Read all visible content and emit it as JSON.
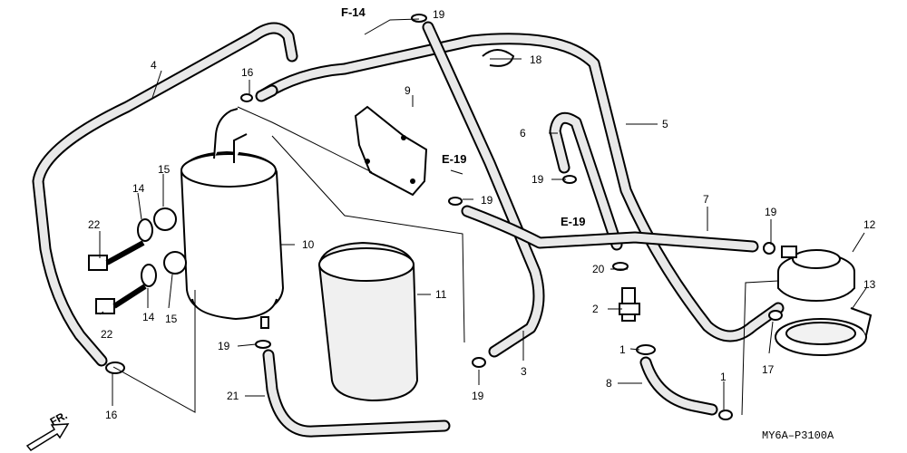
{
  "diagram": {
    "parts": [
      {
        "label": "1"
      },
      {
        "label": "1"
      },
      {
        "label": "2"
      },
      {
        "label": "3"
      },
      {
        "label": "4"
      },
      {
        "label": "5"
      },
      {
        "label": "6"
      },
      {
        "label": "7"
      },
      {
        "label": "8"
      },
      {
        "label": "9"
      },
      {
        "label": "10"
      },
      {
        "label": "11"
      },
      {
        "label": "12"
      },
      {
        "label": "13"
      },
      {
        "label": "14"
      },
      {
        "label": "14"
      },
      {
        "label": "15"
      },
      {
        "label": "15"
      },
      {
        "label": "16"
      },
      {
        "label": "16"
      },
      {
        "label": "17"
      },
      {
        "label": "18"
      },
      {
        "label": "19"
      },
      {
        "label": "19"
      },
      {
        "label": "19"
      },
      {
        "label": "19"
      },
      {
        "label": "19"
      },
      {
        "label": "19"
      },
      {
        "label": "20"
      },
      {
        "label": "21"
      },
      {
        "label": "22"
      },
      {
        "label": "22"
      }
    ],
    "refs": [
      {
        "label": "F-14"
      },
      {
        "label": "E-19"
      },
      {
        "label": "E-19"
      }
    ],
    "front_label": "FR.",
    "drawing_code": "MY6A–P3100A"
  }
}
